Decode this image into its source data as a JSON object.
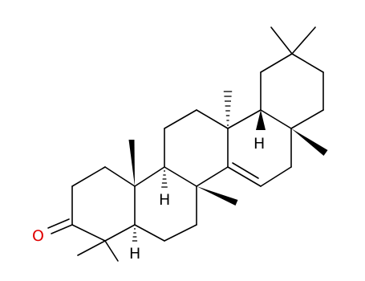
{
  "molecule": {
    "atoms": {
      "oxygen": {
        "symbol": "O",
        "color": "#e00000"
      },
      "h_ring_b": {
        "symbol": "H",
        "color": "#000000"
      },
      "h_ring_c": {
        "symbol": "H",
        "color": "#000000"
      },
      "h_ring_e": {
        "symbol": "H",
        "color": "#000000"
      }
    },
    "colors": {
      "bond": "#000000",
      "background": "#ffffff"
    }
  }
}
